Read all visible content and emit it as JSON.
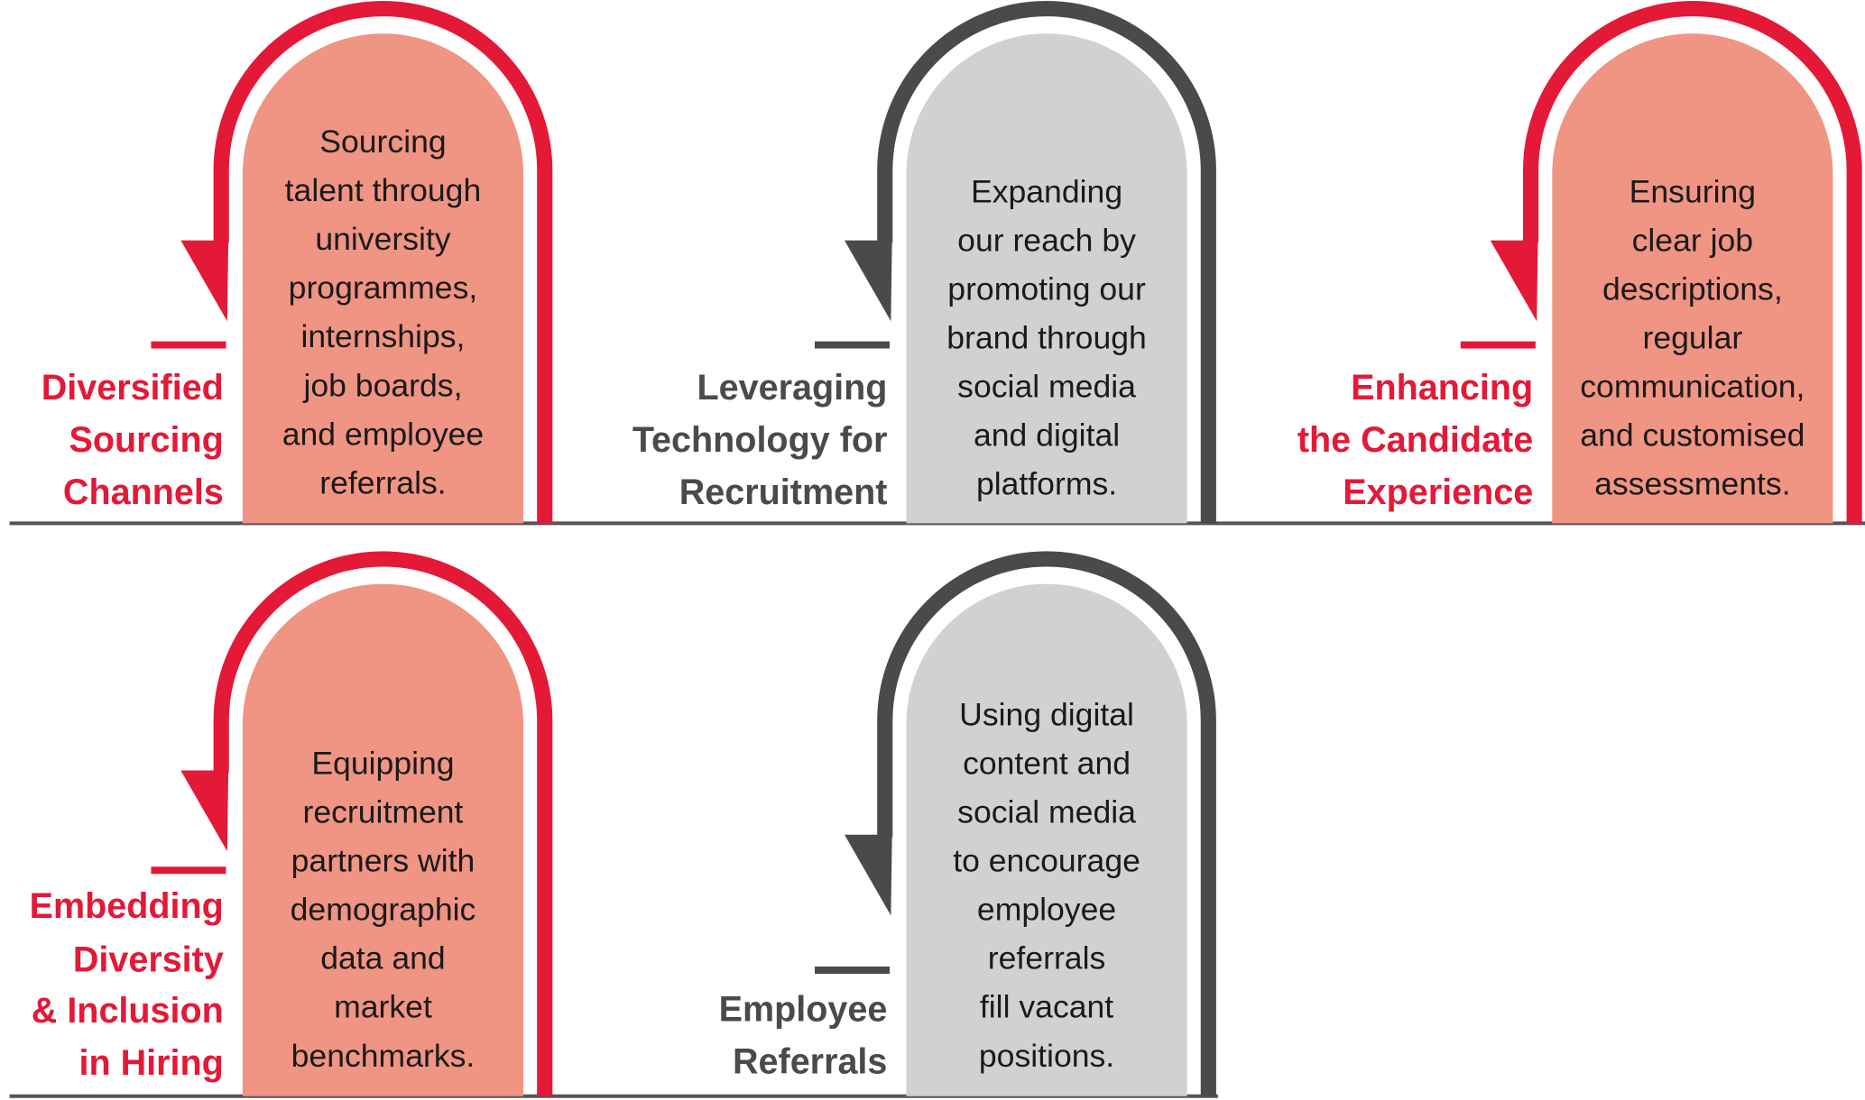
{
  "colors": {
    "red": "#E31937",
    "salmon": "#F09483",
    "dark_gray": "#4A4A4C",
    "light_gray": "#D0D1D3",
    "baseline": "#555555"
  },
  "cards": [
    {
      "theme": "red",
      "title": [
        "Diversified",
        "Sourcing",
        "Channels"
      ],
      "body": [
        "Sourcing",
        "talent through",
        "university",
        "programmes,",
        "internships,",
        "job boards,",
        "and employee",
        "referrals."
      ]
    },
    {
      "theme": "gray",
      "title": [
        "Leveraging",
        "Technology for",
        "Recruitment"
      ],
      "body": [
        "Expanding",
        "our reach by",
        "promoting our",
        "brand through",
        "social media",
        "and digital",
        "platforms."
      ]
    },
    {
      "theme": "red",
      "title": [
        "Enhancing",
        "the Candidate",
        "Experience"
      ],
      "body": [
        "Ensuring",
        "clear job",
        "descriptions,",
        "regular",
        "communication,",
        "and customised",
        "assessments."
      ]
    },
    {
      "theme": "red",
      "title": [
        "Embedding",
        "Diversity",
        "& Inclusion",
        "in Hiring"
      ],
      "body": [
        "Equipping",
        "recruitment",
        "partners with",
        "demographic",
        "data and",
        "market",
        "benchmarks."
      ]
    },
    {
      "theme": "gray",
      "title": [
        "Employee",
        "Referrals"
      ],
      "body": [
        "Using digital",
        "content and",
        "social media",
        "to encourage",
        "employee",
        "referrals",
        "fill vacant",
        "positions."
      ]
    }
  ]
}
